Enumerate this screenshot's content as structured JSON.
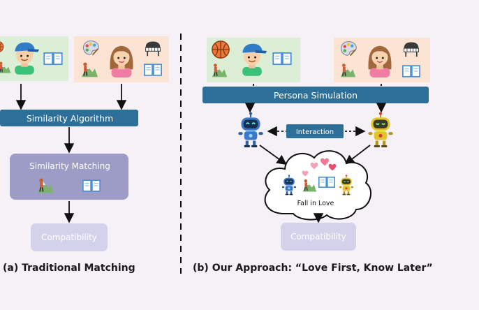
{
  "left_panel": {
    "algorithm_label": "Similarity Algorithm",
    "matching_label": "Similarity Matching",
    "result_label": "Compatibility",
    "caption": "(a) Traditional Matching"
  },
  "right_panel": {
    "simulation_label": "Persona Simulation",
    "interaction_label": "Interaction",
    "cloud_label": "Fall in Love",
    "result_label": "Compatibility",
    "caption": "(b) Our Approach: “Love First, Know Later”"
  },
  "colors": {
    "background": "#f6f1f7",
    "boy_card": "#dcefd6",
    "girl_card": "#fbe4d3",
    "algorithm_bar": "#2d6f99",
    "matching_box": "#9c9cc6",
    "result_box": "#d4d2ea",
    "robot_blue": "#3a78c9",
    "robot_yellow": "#e5c42a"
  },
  "icons": [
    "basketball-icon",
    "boy-avatar-icon",
    "book-icon",
    "palette-icon",
    "girl-avatar-icon",
    "piano-icon",
    "hiker-icon",
    "robot-icon",
    "heart-icon"
  ]
}
